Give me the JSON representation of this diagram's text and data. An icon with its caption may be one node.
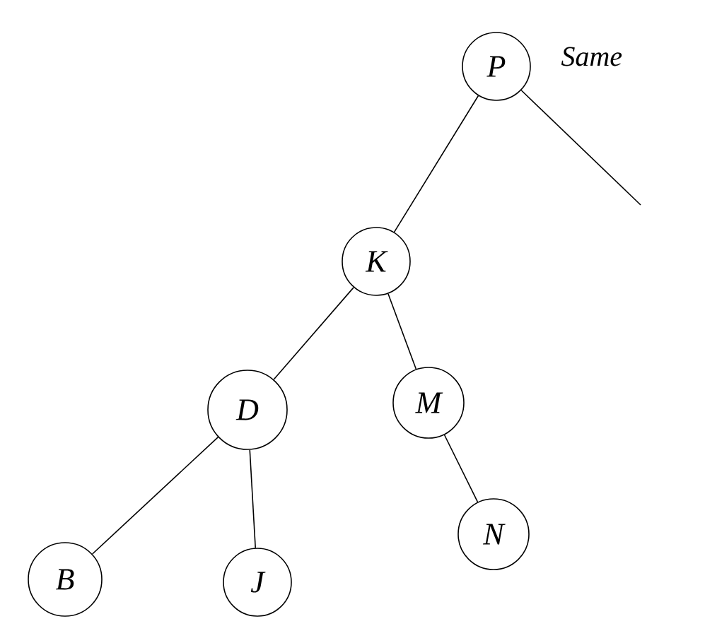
{
  "diagram": {
    "nodes": [
      {
        "text": [
          "P"
        ],
        "beside": [
          "Same"
        ]
      },
      {
        "text": [
          "K"
        ]
      },
      {
        "text": [
          "D"
        ]
      },
      {
        "text": [
          "M"
        ]
      },
      {
        "text": [
          "B"
        ]
      },
      {
        "text": [
          "J"
        ]
      },
      {
        "text": [
          "N"
        ]
      }
    ],
    "edges": [
      {
        "from": 0,
        "to": 1,
        "arrow": "none"
      },
      {
        "from": 0,
        "to": null,
        "arrow": "none"
      },
      {
        "from": 1,
        "to": 2,
        "arrow": "none"
      },
      {
        "from": 1,
        "to": 3,
        "arrow": "none"
      },
      {
        "from": 2,
        "to": 4,
        "arrow": "none"
      },
      {
        "from": 2,
        "to": 5,
        "arrow": "none"
      },
      {
        "from": 3,
        "to": 6,
        "arrow": "none"
      }
    ]
  }
}
